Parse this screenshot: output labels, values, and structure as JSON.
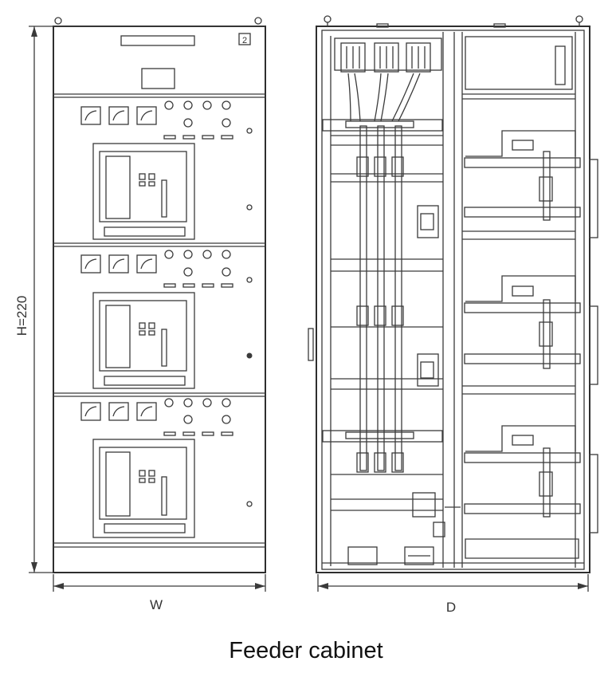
{
  "diagram": {
    "caption": "Feeder cabinet",
    "front_view": {
      "height_label": "H=220",
      "width_label": "W",
      "panel_number": "2",
      "drawer_count": 3
    },
    "side_view": {
      "depth_label": "D"
    }
  }
}
